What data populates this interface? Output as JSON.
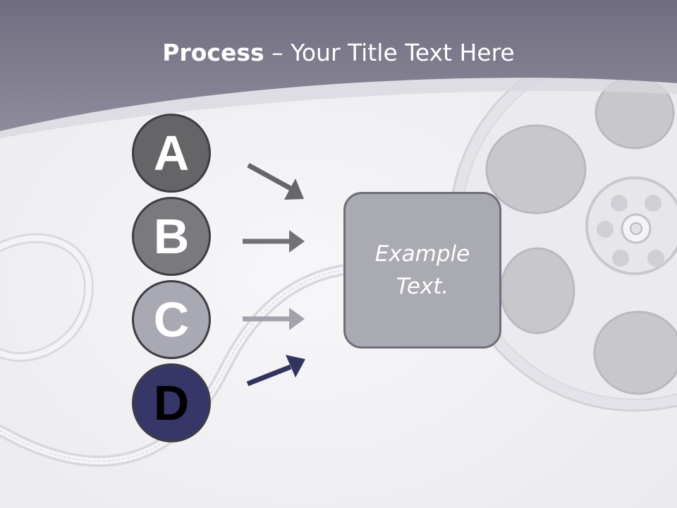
{
  "slide": {
    "title_bold": "Process",
    "title_rest": " – Your Title Text Here"
  },
  "steps": [
    {
      "letter": "A",
      "fill": "#656568",
      "text_color": "#ffffff",
      "arrow_color": "#66666a"
    },
    {
      "letter": "B",
      "fill": "#7a7a7e",
      "text_color": "#ffffff",
      "arrow_color": "#727276"
    },
    {
      "letter": "C",
      "fill": "#a9a9b4",
      "text_color": "#ffffff",
      "arrow_color": "#a2a2ac"
    },
    {
      "letter": "D",
      "fill": "#363669",
      "text_color": "#000000",
      "arrow_color": "#33335f"
    }
  ],
  "result_box": {
    "text_line1": "Example",
    "text_line2": "Text."
  },
  "colors": {
    "header_band": "#7d7b8c",
    "background": "#f2f2f5"
  }
}
